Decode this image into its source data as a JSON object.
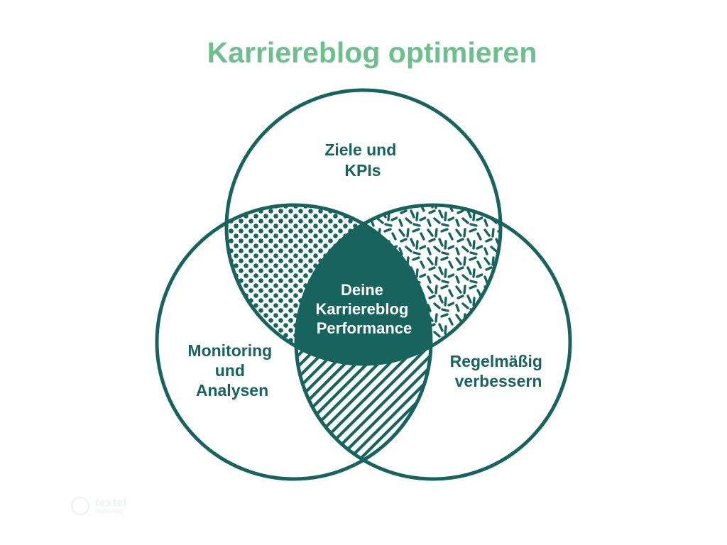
{
  "title": "Karriereblog optimieren",
  "colors": {
    "title": "#6dbf8e",
    "primary": "#17635d",
    "background": "#ffffff",
    "center_text": "#ffffff"
  },
  "sets": [
    {
      "id": "top",
      "lines": [
        "Ziele und",
        "KPIs"
      ]
    },
    {
      "id": "left",
      "lines": [
        "Monitoring",
        "und",
        "Analysen"
      ]
    },
    {
      "id": "right",
      "lines": [
        "Regelmäßig",
        "verbessern"
      ]
    }
  ],
  "intersections": {
    "top_left": {
      "pattern": "dots"
    },
    "top_right": {
      "pattern": "dashes"
    },
    "left_right": {
      "pattern": "diagonal-lines"
    },
    "center": {
      "lines": [
        "Deine",
        "Karriereblog",
        "Performance"
      ]
    }
  },
  "watermark": {
    "name": "textel",
    "sub": "marketing"
  }
}
